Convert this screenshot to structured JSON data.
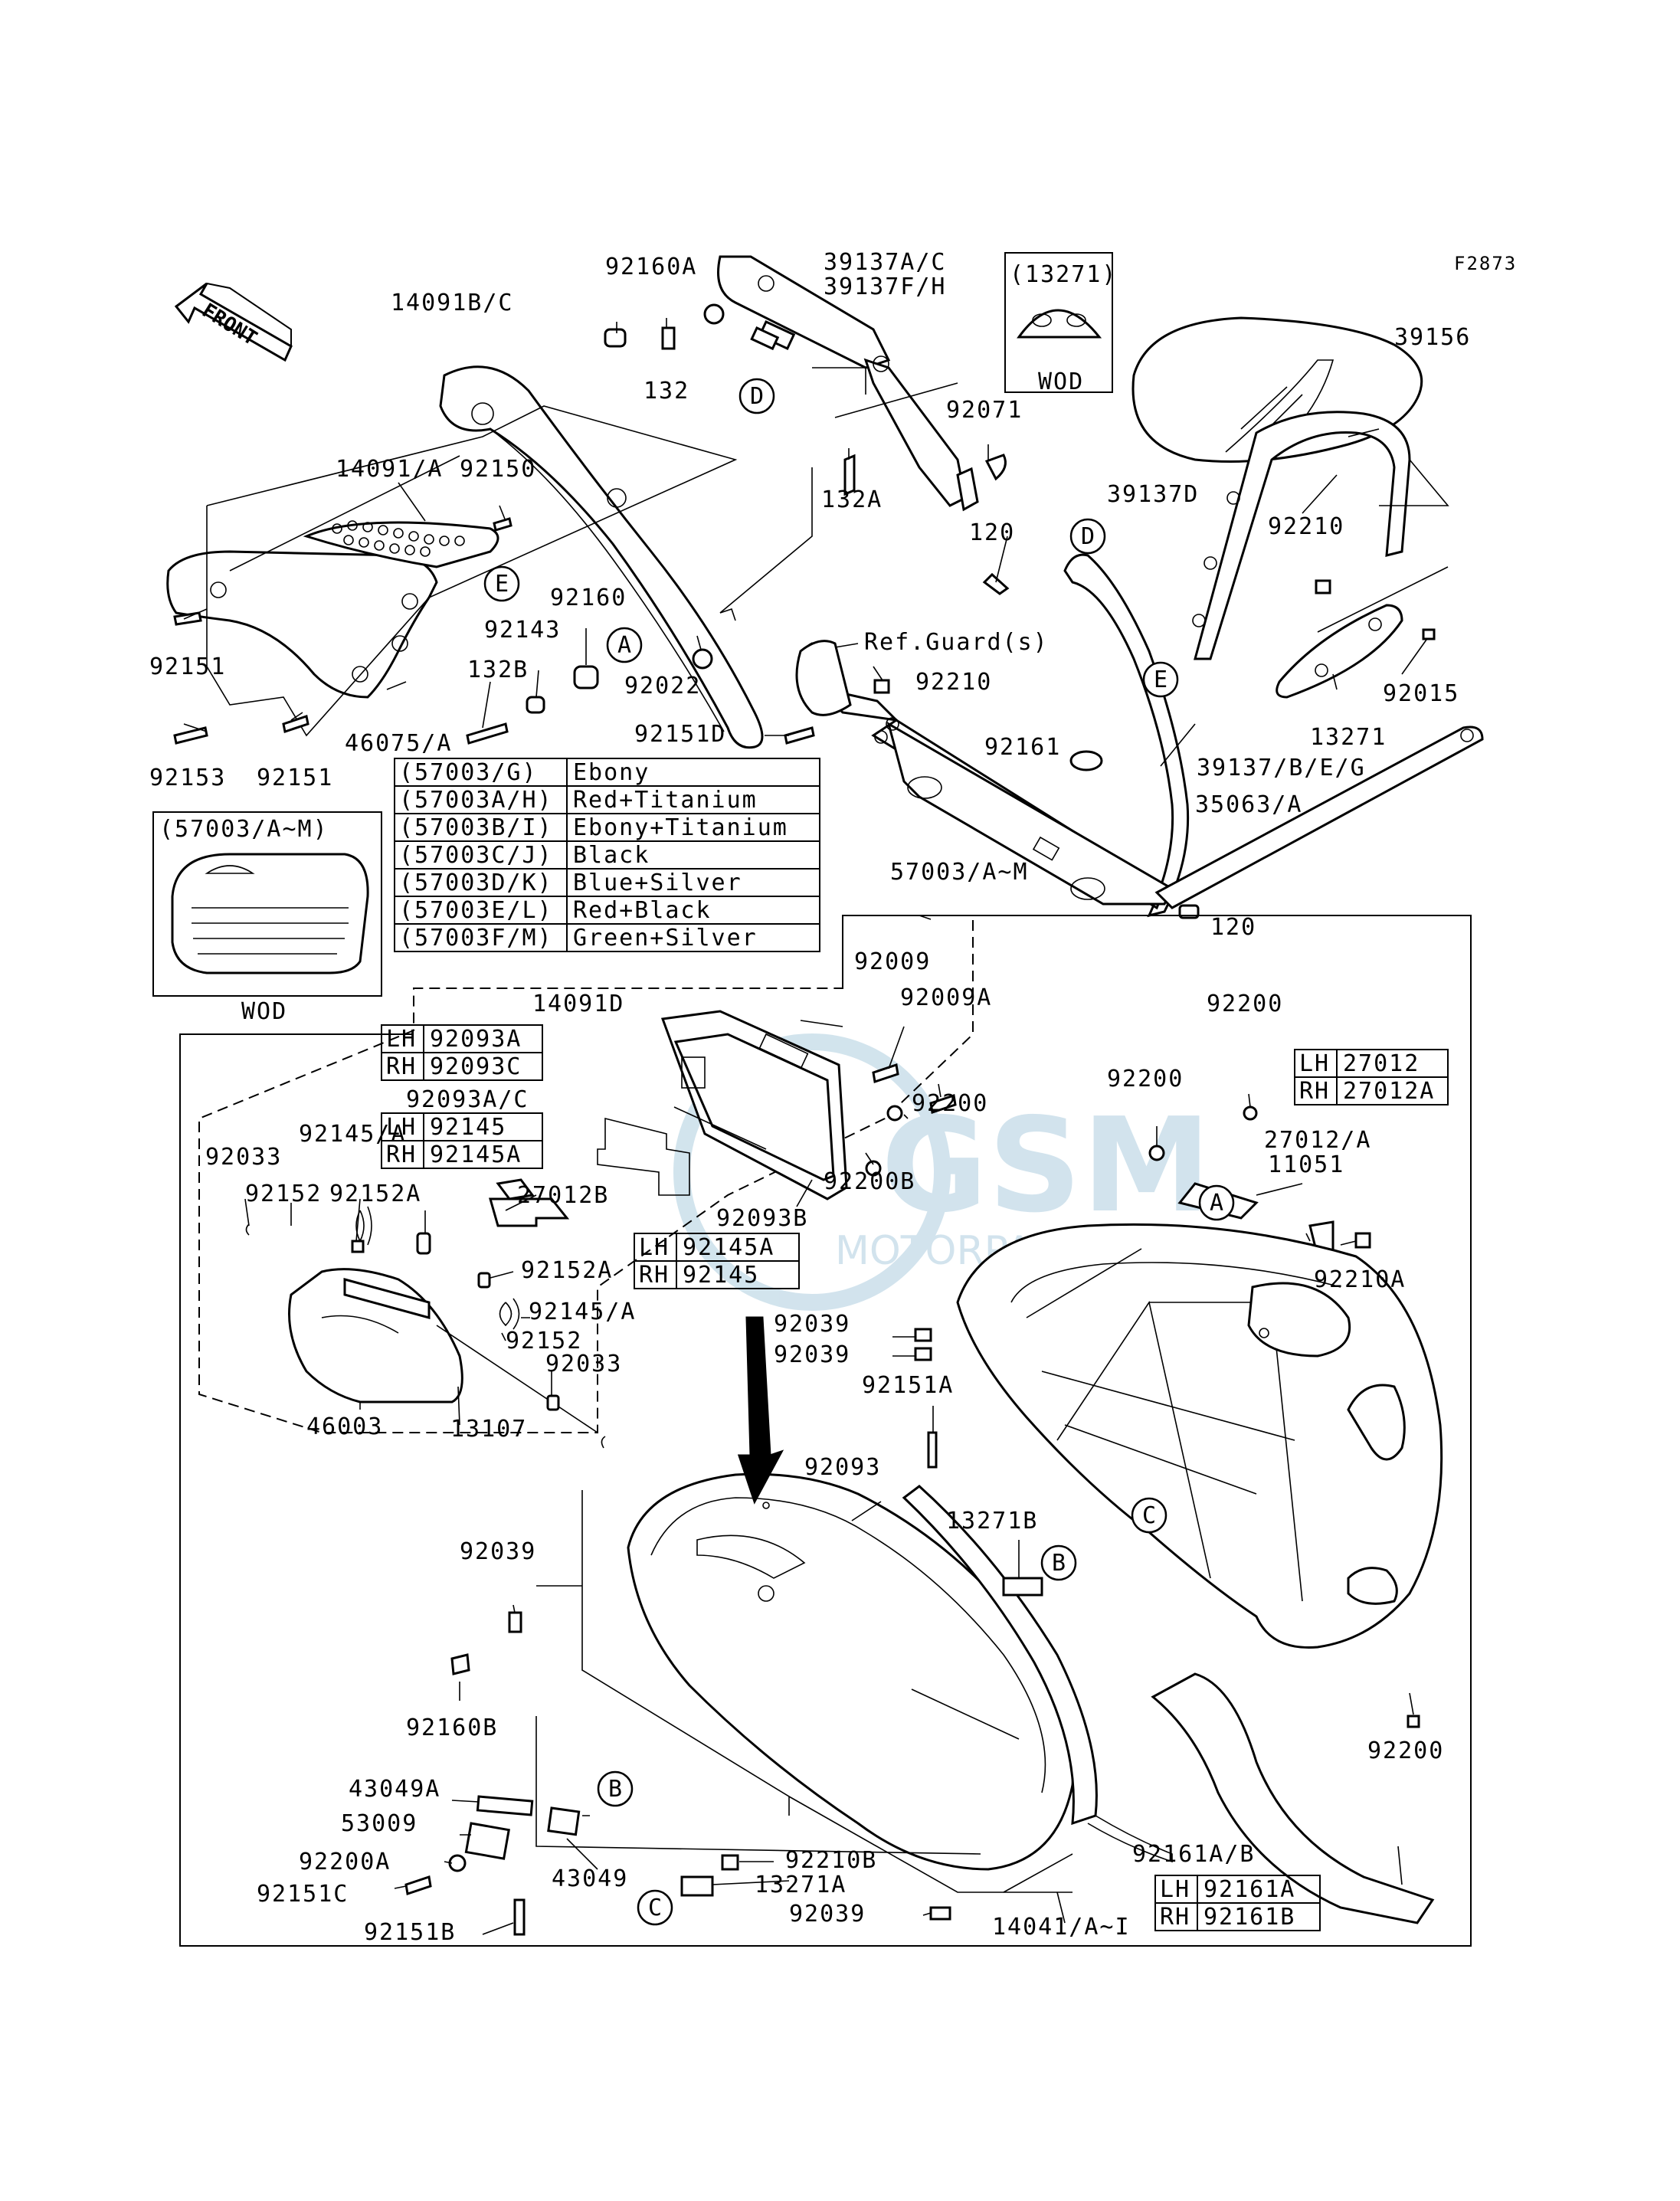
{
  "figure_code": "F2873",
  "front_label": "FRONT",
  "wod_label": "WOD",
  "ref_guard": "Ref.Guard(s)",
  "callouts": {
    "p92160A": "92160A",
    "p14091BC": "14091B/C",
    "p39137AC": "39137A/C",
    "p39137FH": "39137F/H",
    "p13271box": "(13271)",
    "p39156": "39156",
    "p132": "132",
    "p92071": "92071",
    "p132A": "132A",
    "p39137D": "39137D",
    "p14091A": "14091/A",
    "p92150": "92150",
    "p120a": "120",
    "p92210a": "92210",
    "p92160": "92160",
    "p92143": "92143",
    "p92151a": "92151",
    "p132B": "132B",
    "p92022": "92022",
    "p92210b": "92210",
    "p92015": "92015",
    "p92153": "92153",
    "p92151b": "92151",
    "p46075A": "46075/A",
    "p92151D": "92151D",
    "p13271": "13271",
    "p92161": "92161",
    "p39137BEG": "39137/B/E/G",
    "p35063A": "35063/A",
    "p57003AMbox": "(57003/A~M)",
    "p57003AM": "57003/A~M",
    "p120b": "120",
    "p92009": "92009",
    "p14091D": "14091D",
    "p92009A": "92009A",
    "p92200a": "92200",
    "p92200b": "92200",
    "p92200c": "92200",
    "p92093AC": "92093A/C",
    "p27012A": "27012/A",
    "p92145A": "92145/A",
    "p92200B": "92200B",
    "p11051": "11051",
    "p92033a": "92033",
    "p92152a": "92152",
    "p92152Aa": "92152A",
    "p27012B": "27012B",
    "p92093B": "92093B",
    "p92210A": "92210A",
    "p92152Ab": "92152A",
    "p92145Ab": "92145/A",
    "p92039a": "92039",
    "p92039b": "92039",
    "p92152b": "92152",
    "p92033b": "92033",
    "p92151A": "92151A",
    "p46003": "46003",
    "p13107": "13107",
    "p92093": "92093",
    "p13271B": "13271B",
    "p92039c": "92039",
    "p92160B": "92160B",
    "p92200d": "92200",
    "p43049A": "43049A",
    "p53009": "53009",
    "p92200A": "92200A",
    "p43049": "43049",
    "p92210B": "92210B",
    "p92151C": "92151C",
    "p13271A": "13271A",
    "p92161AB": "92161A/B",
    "p92151B": "92151B",
    "p92039d": "92039",
    "p14041AI": "14041/A~I"
  },
  "bubbles": {
    "A": "A",
    "B": "B",
    "C": "C",
    "D": "D",
    "E": "E"
  },
  "color_table": [
    {
      "code": "(57003/G)",
      "color": "Ebony"
    },
    {
      "code": "(57003A/H)",
      "color": "Red+Titanium"
    },
    {
      "code": "(57003B/I)",
      "color": "Ebony+Titanium"
    },
    {
      "code": "(57003C/J)",
      "color": "Black"
    },
    {
      "code": "(57003D/K)",
      "color": "Blue+Silver"
    },
    {
      "code": "(57003E/L)",
      "color": "Red+Black"
    },
    {
      "code": "(57003F/M)",
      "color": "Green+Silver"
    }
  ],
  "side_tables": {
    "t92093": [
      {
        "side": "LH",
        "part": "92093A"
      },
      {
        "side": "RH",
        "part": "92093C"
      }
    ],
    "t92145": [
      {
        "side": "LH",
        "part": "92145"
      },
      {
        "side": "RH",
        "part": "92145A"
      }
    ],
    "t92145b": [
      {
        "side": "LH",
        "part": "92145A"
      },
      {
        "side": "RH",
        "part": "92145"
      }
    ],
    "t27012": [
      {
        "side": "LH",
        "part": "27012"
      },
      {
        "side": "RH",
        "part": "27012A"
      }
    ],
    "t92161": [
      {
        "side": "LH",
        "part": "92161A"
      },
      {
        "side": "RH",
        "part": "92161B"
      }
    ]
  },
  "watermark": {
    "brand": "GSM",
    "sub": "MOTORPARTS",
    "color": "#9cc3d8"
  }
}
